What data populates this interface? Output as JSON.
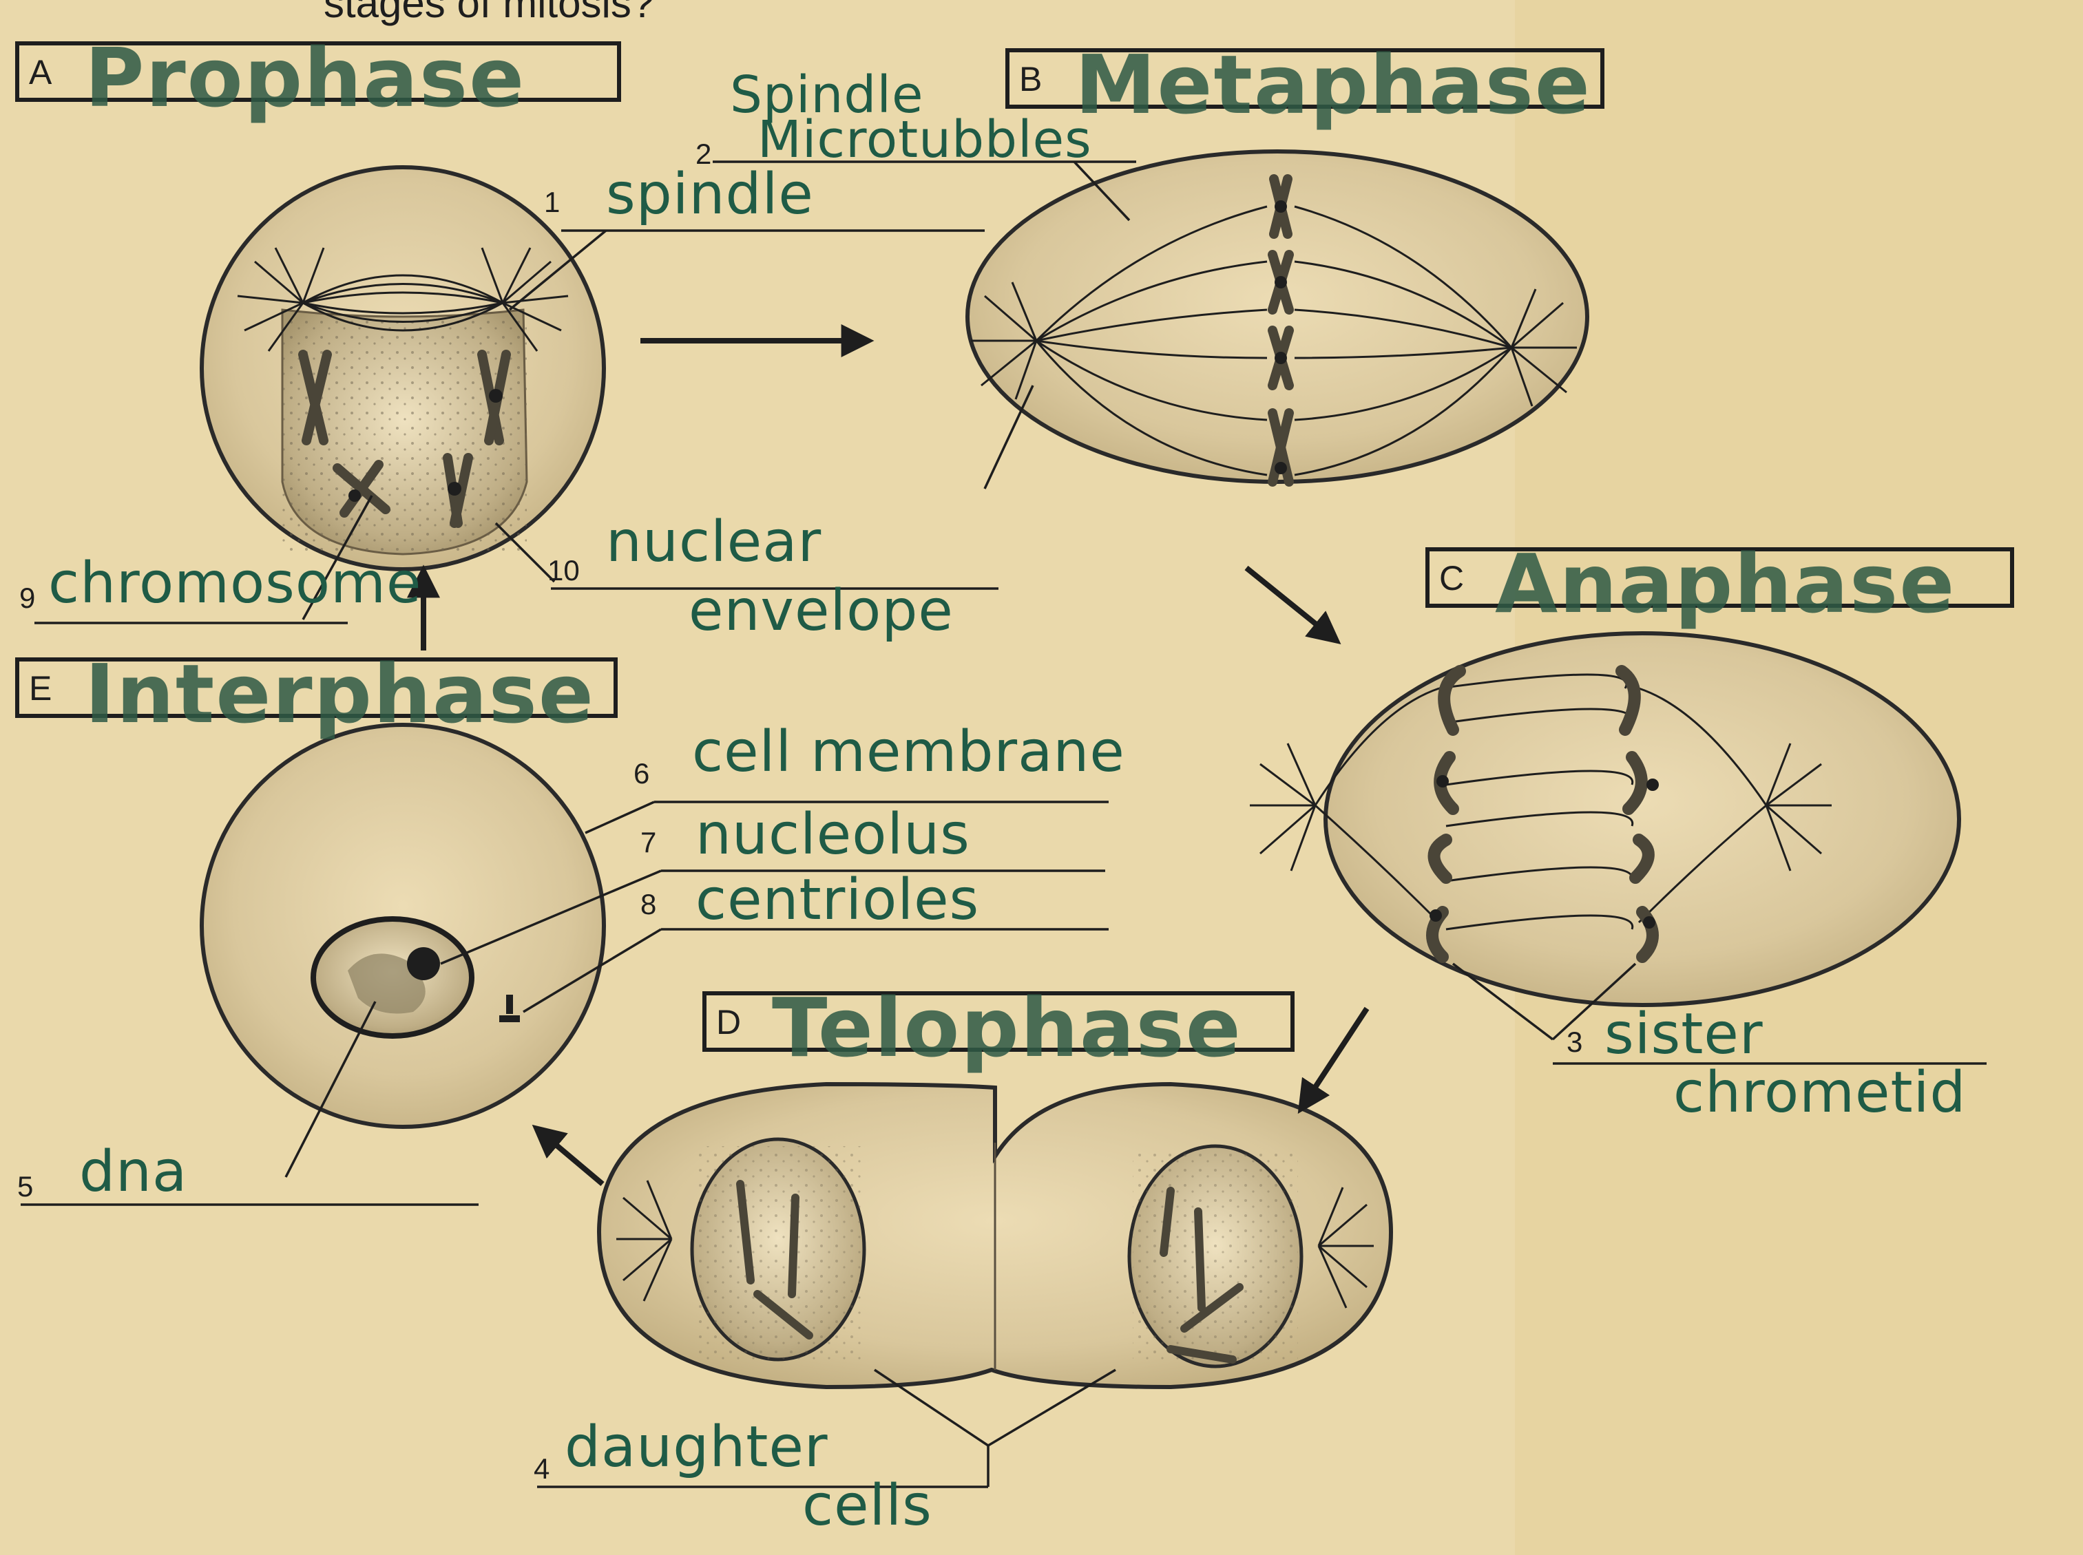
{
  "header_text": "stages of mitosis?",
  "stages": {
    "A": {
      "letter": "A",
      "name": "Prophase"
    },
    "B": {
      "letter": "B",
      "name": "Metaphase"
    },
    "C": {
      "letter": "C",
      "name": "Anaphase"
    },
    "D": {
      "letter": "D",
      "name": "Telophase"
    },
    "E": {
      "letter": "E",
      "name": "Interphase"
    }
  },
  "labels": {
    "l1": {
      "num": "1",
      "text": "spindle"
    },
    "l2": {
      "num": "2",
      "line1": "Spindle",
      "line2": "Microtubbles"
    },
    "l3": {
      "num": "3",
      "line1": "sister",
      "line2": "chrometid"
    },
    "l4": {
      "num": "4",
      "line1": "daughter",
      "line2": "cells"
    },
    "l5": {
      "num": "5",
      "text": "dna"
    },
    "l6": {
      "num": "6",
      "text": "cell membrane"
    },
    "l7": {
      "num": "7",
      "text": "nucleolus"
    },
    "l8": {
      "num": "8",
      "text": "centrioles"
    },
    "l9": {
      "num": "9",
      "text": "chromosome"
    },
    "l10": {
      "num": "10",
      "line1": "nuclear",
      "line2": "envelope"
    }
  },
  "colors": {
    "paper": "#e9d7a8",
    "ink": "#1e1e1e",
    "marker": "#1f5b46",
    "cell_fill": "#d8c79d"
  }
}
